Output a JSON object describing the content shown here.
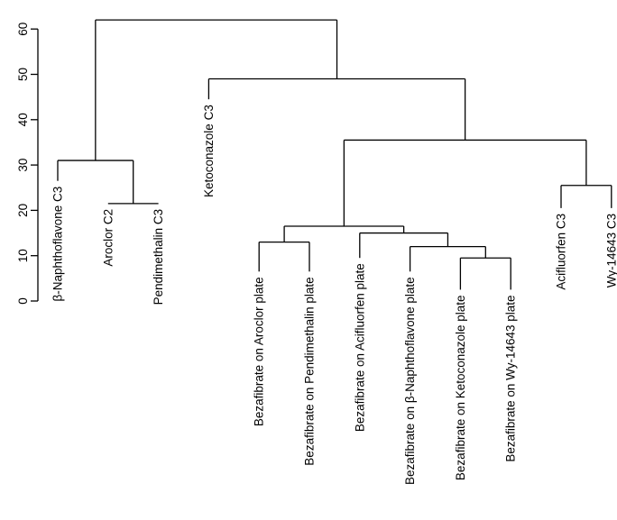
{
  "chart_data": {
    "type": "dendrogram",
    "yaxis": {
      "ylim": [
        0,
        62
      ],
      "ticks": [
        0,
        10,
        20,
        30,
        40,
        50,
        60
      ],
      "tick_labels": [
        "0",
        "10",
        "20",
        "30",
        "40",
        "50",
        "60"
      ]
    },
    "leaves": [
      "β-Naphthoflavone C3",
      "Aroclor C2",
      "Pendimethalin C3",
      "Ketoconazole C3",
      "Bezafibrate on Aroclor plate",
      "Bezafibrate on Pendimethalin plate",
      "Bezafibrate on Acifluorfen plate",
      "Bezafibrate on β-Naphthoflavone plate",
      "Bezafibrate on Ketoconazole plate",
      "Bezafibrate on Wy-14643 plate",
      "Acifluorfen C3",
      "Wy-14643 C3"
    ],
    "merges": [
      {
        "id": "m1",
        "left": 8,
        "right": 9,
        "height": 9.5
      },
      {
        "id": "m2",
        "left": 7,
        "right": "m1",
        "height": 12
      },
      {
        "id": "m3",
        "left": 4,
        "right": 5,
        "height": 13
      },
      {
        "id": "m4",
        "left": 6,
        "right": "m2",
        "height": 15
      },
      {
        "id": "m5",
        "left": "m3",
        "right": "m4",
        "height": 16.5
      },
      {
        "id": "m6",
        "left": 1,
        "right": 2,
        "height": 21.5
      },
      {
        "id": "m7",
        "left": 10,
        "right": 11,
        "height": 25.5
      },
      {
        "id": "m8",
        "left": 0,
        "right": "m6",
        "height": 31
      },
      {
        "id": "m9",
        "left": "m5",
        "right": "m7",
        "height": 35.5
      },
      {
        "id": "m10",
        "left": 3,
        "right": "m9",
        "height": 49
      },
      {
        "id": "m11",
        "left": "m8",
        "right": "m10",
        "height": 62
      }
    ],
    "leaf_heights": [
      26.5,
      21.5,
      21.5,
      44.5,
      6.5,
      6.5,
      9.5,
      6.5,
      2.5,
      2.5,
      20.5,
      20.5
    ]
  }
}
